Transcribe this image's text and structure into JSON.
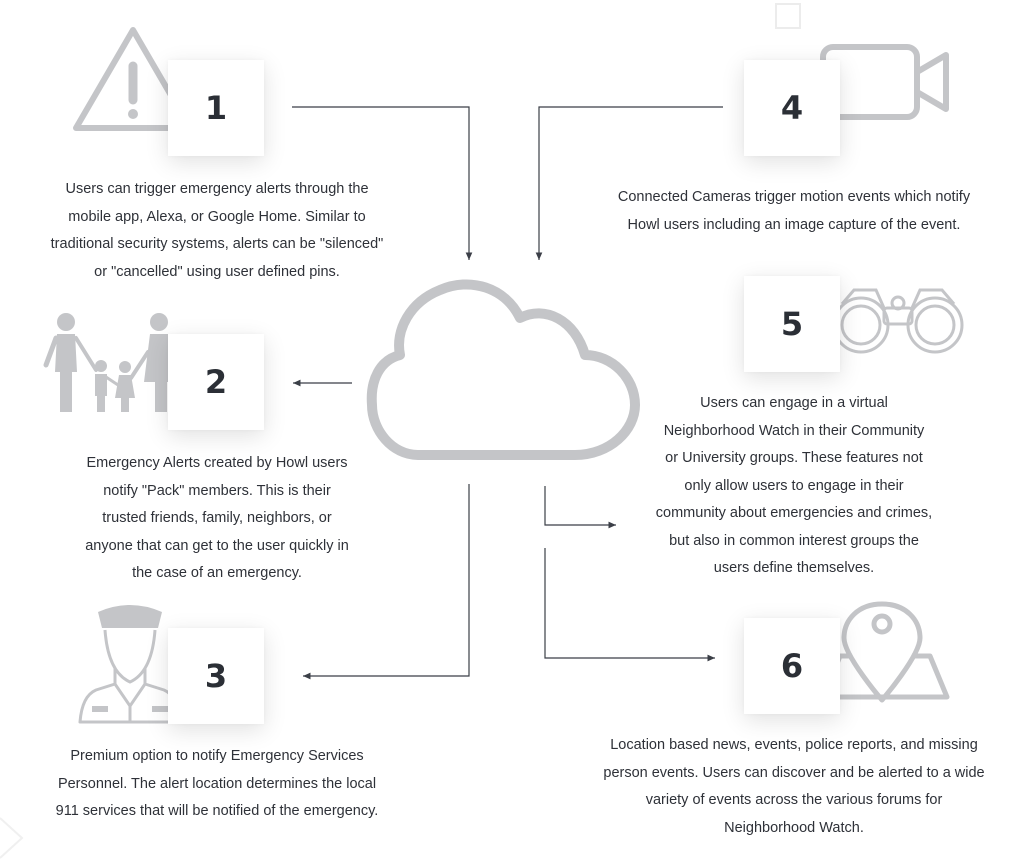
{
  "steps": [
    {
      "number": "1",
      "icon": "warning-icon",
      "description": "Users can trigger emergency alerts through the\nmobile app, Alexa, or Google Home.  Similar to\ntraditional security systems, alerts can be \"silenced\"\nor \"cancelled\" using user defined pins."
    },
    {
      "number": "2",
      "icon": "family-icon",
      "description": "Emergency Alerts created by Howl users\nnotify \"Pack\" members. This is their\ntrusted friends, family, neighbors, or\nanyone that can get to the user quickly in\nthe case of an emergency."
    },
    {
      "number": "3",
      "icon": "police-officer-icon",
      "description": "Premium option to notify Emergency Services\nPersonnel. The alert location determines the local\n911 services that will be notified of the emergency."
    },
    {
      "number": "4",
      "icon": "video-camera-icon",
      "description": "Connected Cameras trigger motion events which notify\nHowl users including an image capture of the event."
    },
    {
      "number": "5",
      "icon": "binoculars-icon",
      "description": "Users can engage in a virtual\nNeighborhood Watch in their Community\nor University groups. These features not\nonly allow users to engage in their\ncommunity about emergencies and crimes,\nbut also in common interest groups the\nusers define themselves."
    },
    {
      "number": "6",
      "icon": "map-pin-icon",
      "description": "Location based news, events, police reports, and missing\nperson events. Users can discover and be alerted to a wide\nvariety of events across the various forums for\nNeighborhood Watch."
    }
  ],
  "center": {
    "icon": "cloud-icon"
  },
  "colors": {
    "icon": "#c4c5c8",
    "line": "#3b3f47",
    "text": "#2e3138"
  }
}
